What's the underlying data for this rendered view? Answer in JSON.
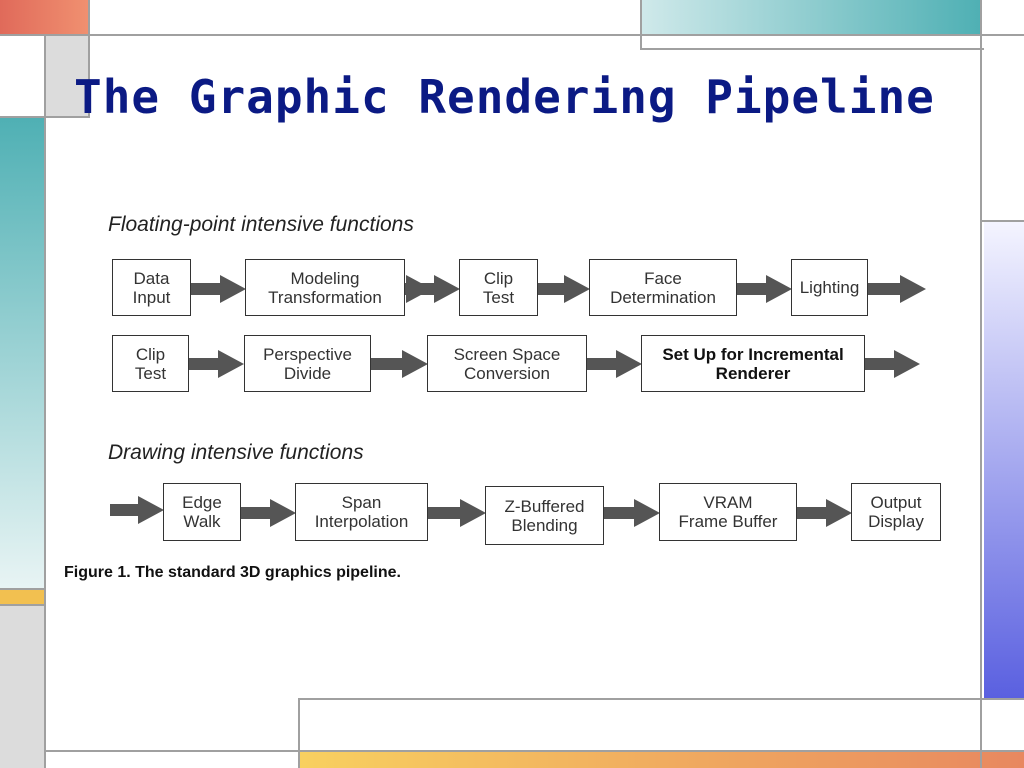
{
  "slide": {
    "title": "The Graphic Rendering Pipeline",
    "colors": {
      "title": "#0b1a84",
      "teal": "#4fb0b4",
      "coral": "#e07060",
      "gold": "#f2c050",
      "blue": "#5a60e0"
    }
  },
  "diagram": {
    "section_float": "Floating-point intensive functions",
    "section_draw": "Drawing intensive functions",
    "row1": [
      {
        "l1": "Data",
        "l2": "Input"
      },
      {
        "l1": "Modeling",
        "l2": "Transformation"
      },
      {
        "l1": "Clip",
        "l2": "Test"
      },
      {
        "l1": "Face",
        "l2": "Determination"
      },
      {
        "l1": "Lighting",
        "l2": ""
      }
    ],
    "row2": [
      {
        "l1": "Clip",
        "l2": "Test"
      },
      {
        "l1": "Perspective",
        "l2": "Divide"
      },
      {
        "l1": "Screen Space",
        "l2": "Conversion"
      },
      {
        "l1": "Set Up for Incremental",
        "l2": "Renderer"
      }
    ],
    "row3": [
      {
        "l1": "Edge",
        "l2": "Walk"
      },
      {
        "l1": "Span",
        "l2": "Interpolation"
      },
      {
        "l1": "Z-Buffered",
        "l2": "Blending"
      },
      {
        "l1": "VRAM",
        "l2": "Frame Buffer"
      },
      {
        "l1": "Output",
        "l2": "Display"
      }
    ],
    "caption": "Figure 1. The standard 3D graphics pipeline."
  }
}
